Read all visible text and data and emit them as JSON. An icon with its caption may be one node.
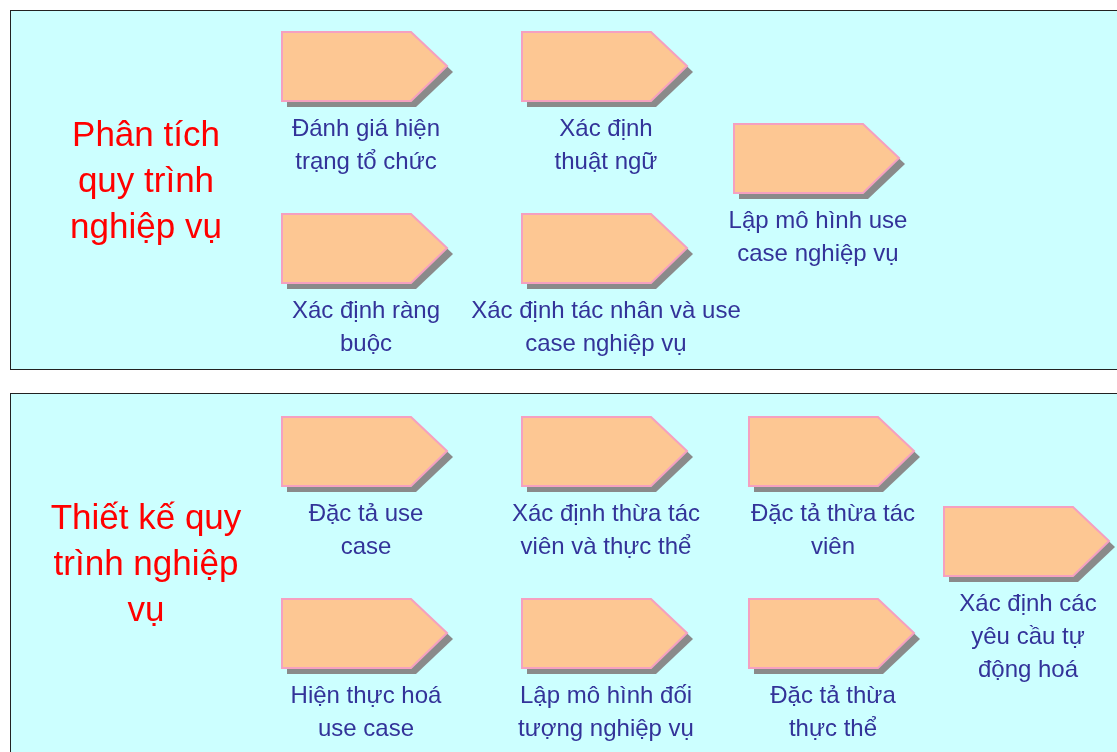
{
  "diagram": {
    "nodes": [
      {
        "text": [
          "Phân tích quy trình nghiệp vụ"
        ]
      },
      {
        "text": [
          "Đánh giá hiện trạng tổ chức"
        ],
        "in": 0
      },
      {
        "text": [
          "Xác định thuật ngữ"
        ],
        "in": 0
      },
      {
        "text": [
          "Lập mô hình use case nghiệp vụ"
        ],
        "in": 0
      },
      {
        "text": [
          "Xác định ràng buộc"
        ],
        "in": 0
      },
      {
        "text": [
          "Xác định tác nhân và use case nghiệp vụ"
        ],
        "in": 0
      },
      {
        "text": [
          "Thiết kế quy trình nghiệp vụ"
        ]
      },
      {
        "text": [
          "Đặc tả use case"
        ],
        "in": 6
      },
      {
        "text": [
          "Xác định thừa tác viên và thực thể"
        ],
        "in": 6
      },
      {
        "text": [
          "Đặc tả thừa tác viên"
        ],
        "in": 6
      },
      {
        "text": [
          "Xác định các yêu cầu tự động hoá"
        ],
        "in": 6
      },
      {
        "text": [
          "Hiện thực hoá use case"
        ],
        "in": 6
      },
      {
        "text": [
          "Lập mô hình đối tượng nghiệp vụ"
        ],
        "in": 6
      },
      {
        "text": [
          "Đặc tả thừa thực thể"
        ],
        "in": 6
      }
    ]
  }
}
